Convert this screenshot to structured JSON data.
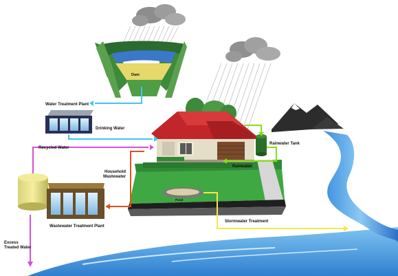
{
  "labels": {
    "dam": "Dam",
    "water_treatment_plant": "Water Treatment Plant",
    "drinking_water": "Drinking Water",
    "recycled_water": "Recycled Water",
    "household_wastewater": "Household Wastewater",
    "rainwater_tank": "Rainwater Tank",
    "rainwater": "Rainwater",
    "pond": "Pond",
    "stormwater_treatment": "Stormwater Treatment",
    "wastewater_treatment_plant": "Wastewater Treatment Plant",
    "excess_treated_water": "Excess Treated Water"
  },
  "colors": {
    "drinking_water_line": "#3fc6ee",
    "recycled_water_line": "#d84fd8",
    "wastewater_line": "#e2501e",
    "rainwater_line": "#86e010",
    "stormwater_line": "#f5e84a",
    "water": "#2a7fd4",
    "grass": "#3aa53a",
    "roof": "#c0262a"
  }
}
